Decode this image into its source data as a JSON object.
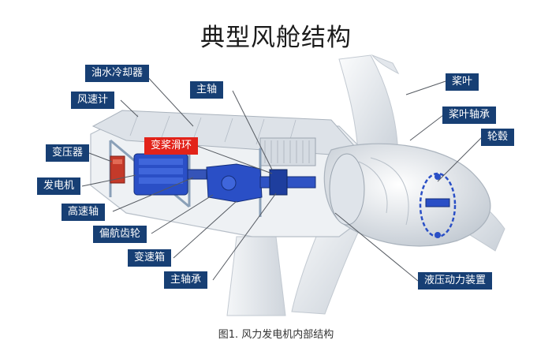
{
  "title": "典型风舱结构",
  "caption": "图1. 风力发电机内部结构",
  "labels": {
    "oil_cooler": "油水冷却器",
    "anemometer": "风速计",
    "transformer": "变压器",
    "generator": "发电机",
    "high_speed_shaft": "高速轴",
    "yaw_gear": "偏航齿轮",
    "gearbox": "变速箱",
    "main_bearing": "主轴承",
    "main_shaft": "主轴",
    "slip_ring": "变桨滑环",
    "blade": "桨叶",
    "blade_bearing": "桨叶轴承",
    "hub": "轮毂",
    "hydraulic_unit": "液压动力装置"
  },
  "colors": {
    "label_bg": "#173f74",
    "label_highlight": "#e2231a",
    "machinery": "#2a4fc6",
    "structure": "#e9edf1"
  }
}
